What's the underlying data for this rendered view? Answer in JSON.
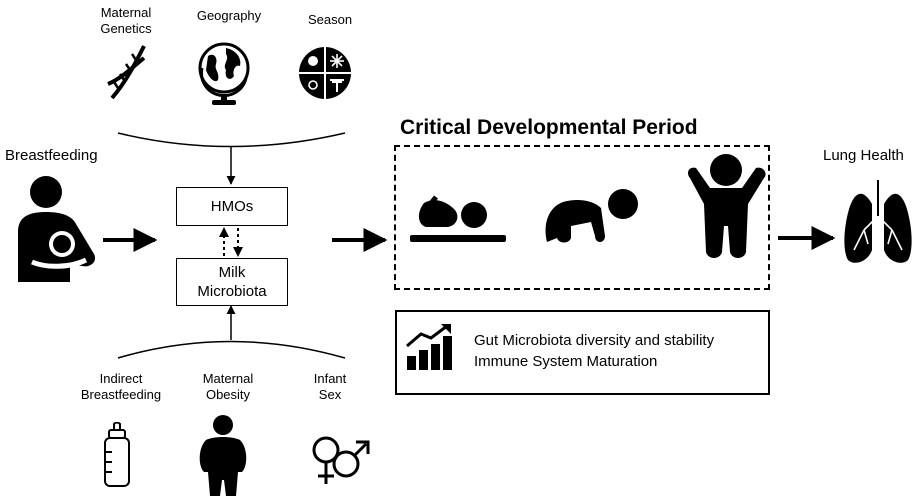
{
  "top_factors": [
    {
      "label": "Maternal\nGenetics",
      "icon": "dna-icon"
    },
    {
      "label": "Geography",
      "icon": "globe-icon"
    },
    {
      "label": "Season",
      "icon": "season-icon"
    }
  ],
  "bottom_factors": [
    {
      "label": "Indirect\nBreastfeeding",
      "icon": "baby-bottle-icon"
    },
    {
      "label": "Maternal\nObesity",
      "icon": "obese-person-icon"
    },
    {
      "label": "Infant\nSex",
      "icon": "gender-icon"
    }
  ],
  "breastfeeding_label": "Breastfeeding",
  "hmos_label": "HMOs",
  "milk_microbiota_label": "Milk\nMicrobiota",
  "period_title": "Critical Developmental Period",
  "outcome": {
    "line1": "Gut Microbiota diversity and stability",
    "line2": "Immune System Maturation"
  },
  "lung_health_label": "Lung Health"
}
